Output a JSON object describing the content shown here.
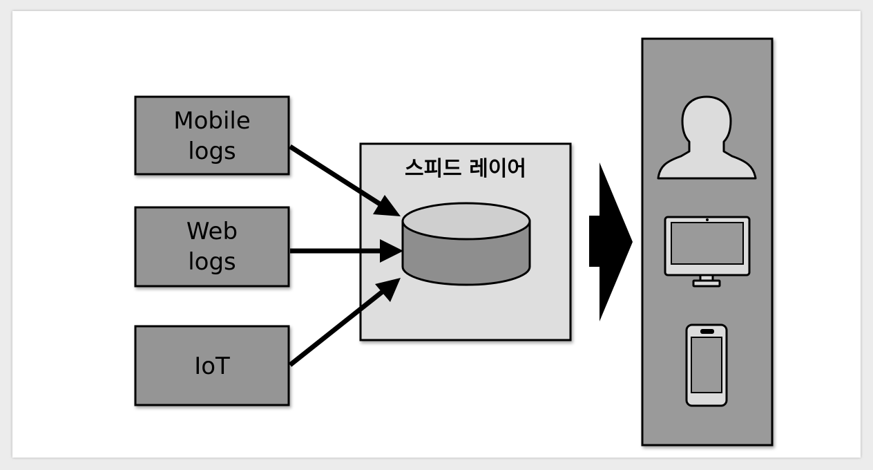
{
  "sources": [
    {
      "lines": [
        "Mobile",
        "logs"
      ]
    },
    {
      "lines": [
        "Web",
        "logs"
      ]
    },
    {
      "lines": [
        "IoT"
      ]
    }
  ],
  "speed_layer": {
    "title": "스피드 레이어"
  },
  "icons": [
    "person-icon",
    "monitor-icon",
    "smartphone-icon"
  ],
  "colors": {
    "source_box": "#959595",
    "speed_layer_bg": "#dedede",
    "consumer_panel": "#9a9a9a",
    "database_top": "#cfcfcf",
    "database_body": "#8e8e8e",
    "icon_fill": "#dcdcdc"
  }
}
